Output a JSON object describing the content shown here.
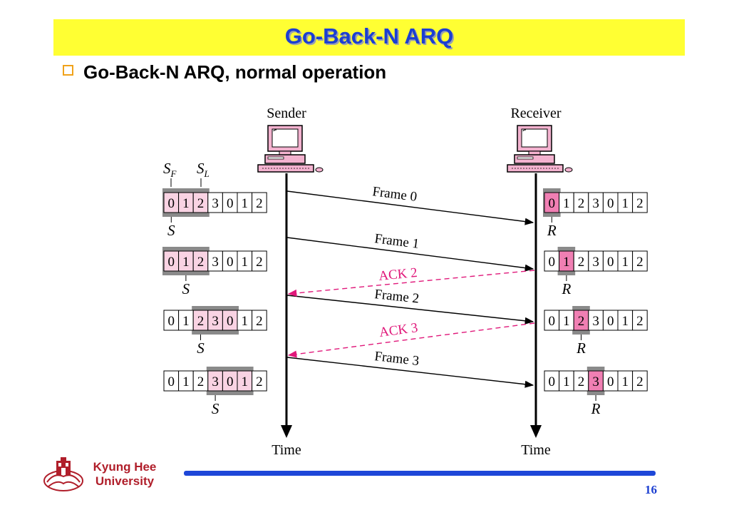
{
  "slide": {
    "title": "Go-Back-N ARQ",
    "bullet": "Go-Back-N ARQ, normal operation",
    "page_number": "16"
  },
  "university": {
    "line1": "Kyung Hee",
    "line2": "University"
  },
  "diagram": {
    "sender_label": "Sender",
    "receiver_label": "Receiver",
    "time_label_sender": "Time",
    "time_label_receiver": "Time",
    "sf_main": "S",
    "sf_sub": "F",
    "sl_main": "S",
    "sl_sub": "L",
    "s_label": "S",
    "r_label": "R",
    "sequence": [
      "0",
      "1",
      "2",
      "3",
      "0",
      "1",
      "2"
    ],
    "sender_windows": [
      {
        "start": 0,
        "end": 2,
        "pointer": 0
      },
      {
        "start": 0,
        "end": 2,
        "pointer": 1
      },
      {
        "start": 2,
        "end": 4,
        "pointer": 2
      },
      {
        "start": 3,
        "end": 5,
        "pointer": 3
      }
    ],
    "receiver_windows": [
      {
        "pointer": 0
      },
      {
        "pointer": 1
      },
      {
        "pointer": 2
      },
      {
        "pointer": 3
      }
    ],
    "frames": [
      "Frame 0",
      "Frame 1",
      "Frame 2",
      "Frame 3"
    ],
    "acks": [
      "ACK 2",
      "ACK 3"
    ],
    "colors": {
      "window_fill": "#f9d3e3",
      "receiver_fill": "#f07fb3",
      "bracket": "#8a8a8a",
      "ack": "#e0187a"
    }
  }
}
